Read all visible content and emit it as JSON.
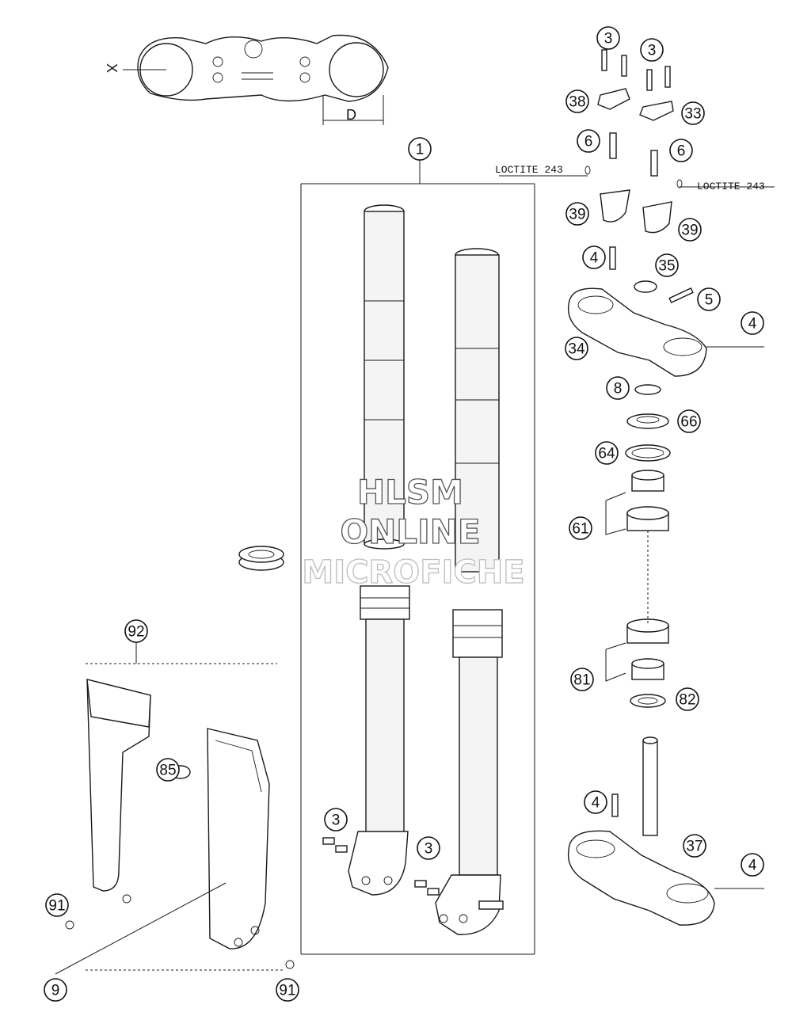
{
  "dimension_labels": {
    "x": "X",
    "d": "D"
  },
  "notes": {
    "loctite_left": "LOCTITE 243",
    "loctite_right": "LOCTITE 243"
  },
  "watermark": {
    "line1": "HLSM",
    "line2": "ONLINE",
    "line3": "MICROFICHE"
  },
  "callouts": {
    "p1": "1",
    "p3a": "3",
    "p3b": "3",
    "p3c": "3",
    "p3d": "3",
    "p38": "38",
    "p33": "33",
    "p6a": "6",
    "p6b": "6",
    "p39a": "39",
    "p39b": "39",
    "p4a": "4",
    "p35": "35",
    "p5": "5",
    "p4b": "4",
    "p34": "34",
    "p8": "8",
    "p66": "66",
    "p64": "64",
    "p61": "61",
    "p81": "81",
    "p82": "82",
    "p92": "92",
    "p85": "85",
    "p4c": "4",
    "p37": "37",
    "p4d": "4",
    "p91a": "91",
    "p9": "9",
    "p91b": "91"
  }
}
